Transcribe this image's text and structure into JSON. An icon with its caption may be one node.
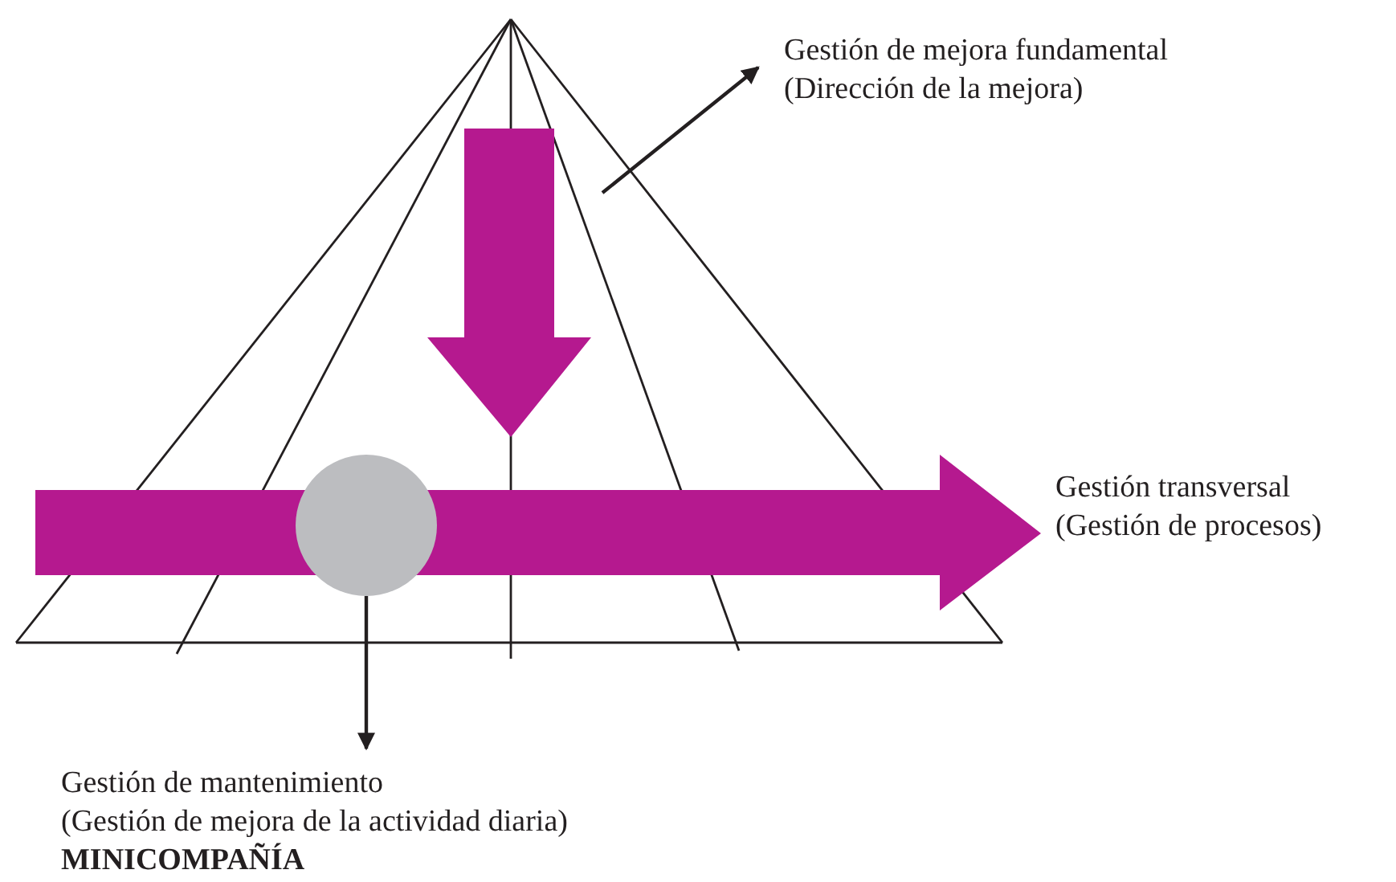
{
  "diagram": {
    "nodes": [
      {
        "text": [
          "Gestión de mejora fundamental",
          "(Dirección de la mejora)"
        ]
      },
      {
        "text": [
          "Gestión transversal",
          "(Gestión de procesos)"
        ]
      },
      {
        "text": [],
        "shape": "circle"
      },
      {
        "text": [
          "Gestión de mantenimiento",
          "(Gestión de mejora de la actividad diaria)",
          "MINICOMPAÑÍA"
        ]
      }
    ],
    "edges": [
      {
        "from": null,
        "to": 0,
        "arrow": "to"
      },
      {
        "from": 2,
        "to": 3,
        "arrow": "to"
      }
    ]
  }
}
